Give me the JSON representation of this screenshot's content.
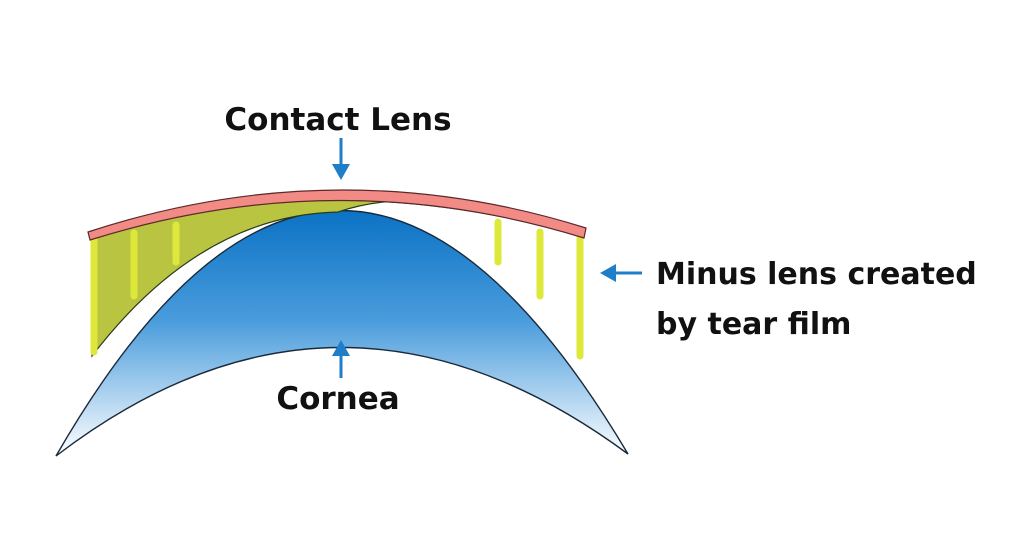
{
  "labels": {
    "contact_lens": "Contact Lens",
    "cornea": "Cornea",
    "minus_lens_line1": "Minus lens created",
    "minus_lens_line2": "by tear film"
  },
  "colors": {
    "contact_lens": "#f28a86",
    "tear_film": "#b9c440",
    "tear_lines": "#dde83a",
    "cornea_top": "#0b72c4",
    "cornea_bottom": "#ffffff",
    "arrow": "#1e7ec8",
    "outline": "#1a2a3a",
    "text": "#111111"
  }
}
